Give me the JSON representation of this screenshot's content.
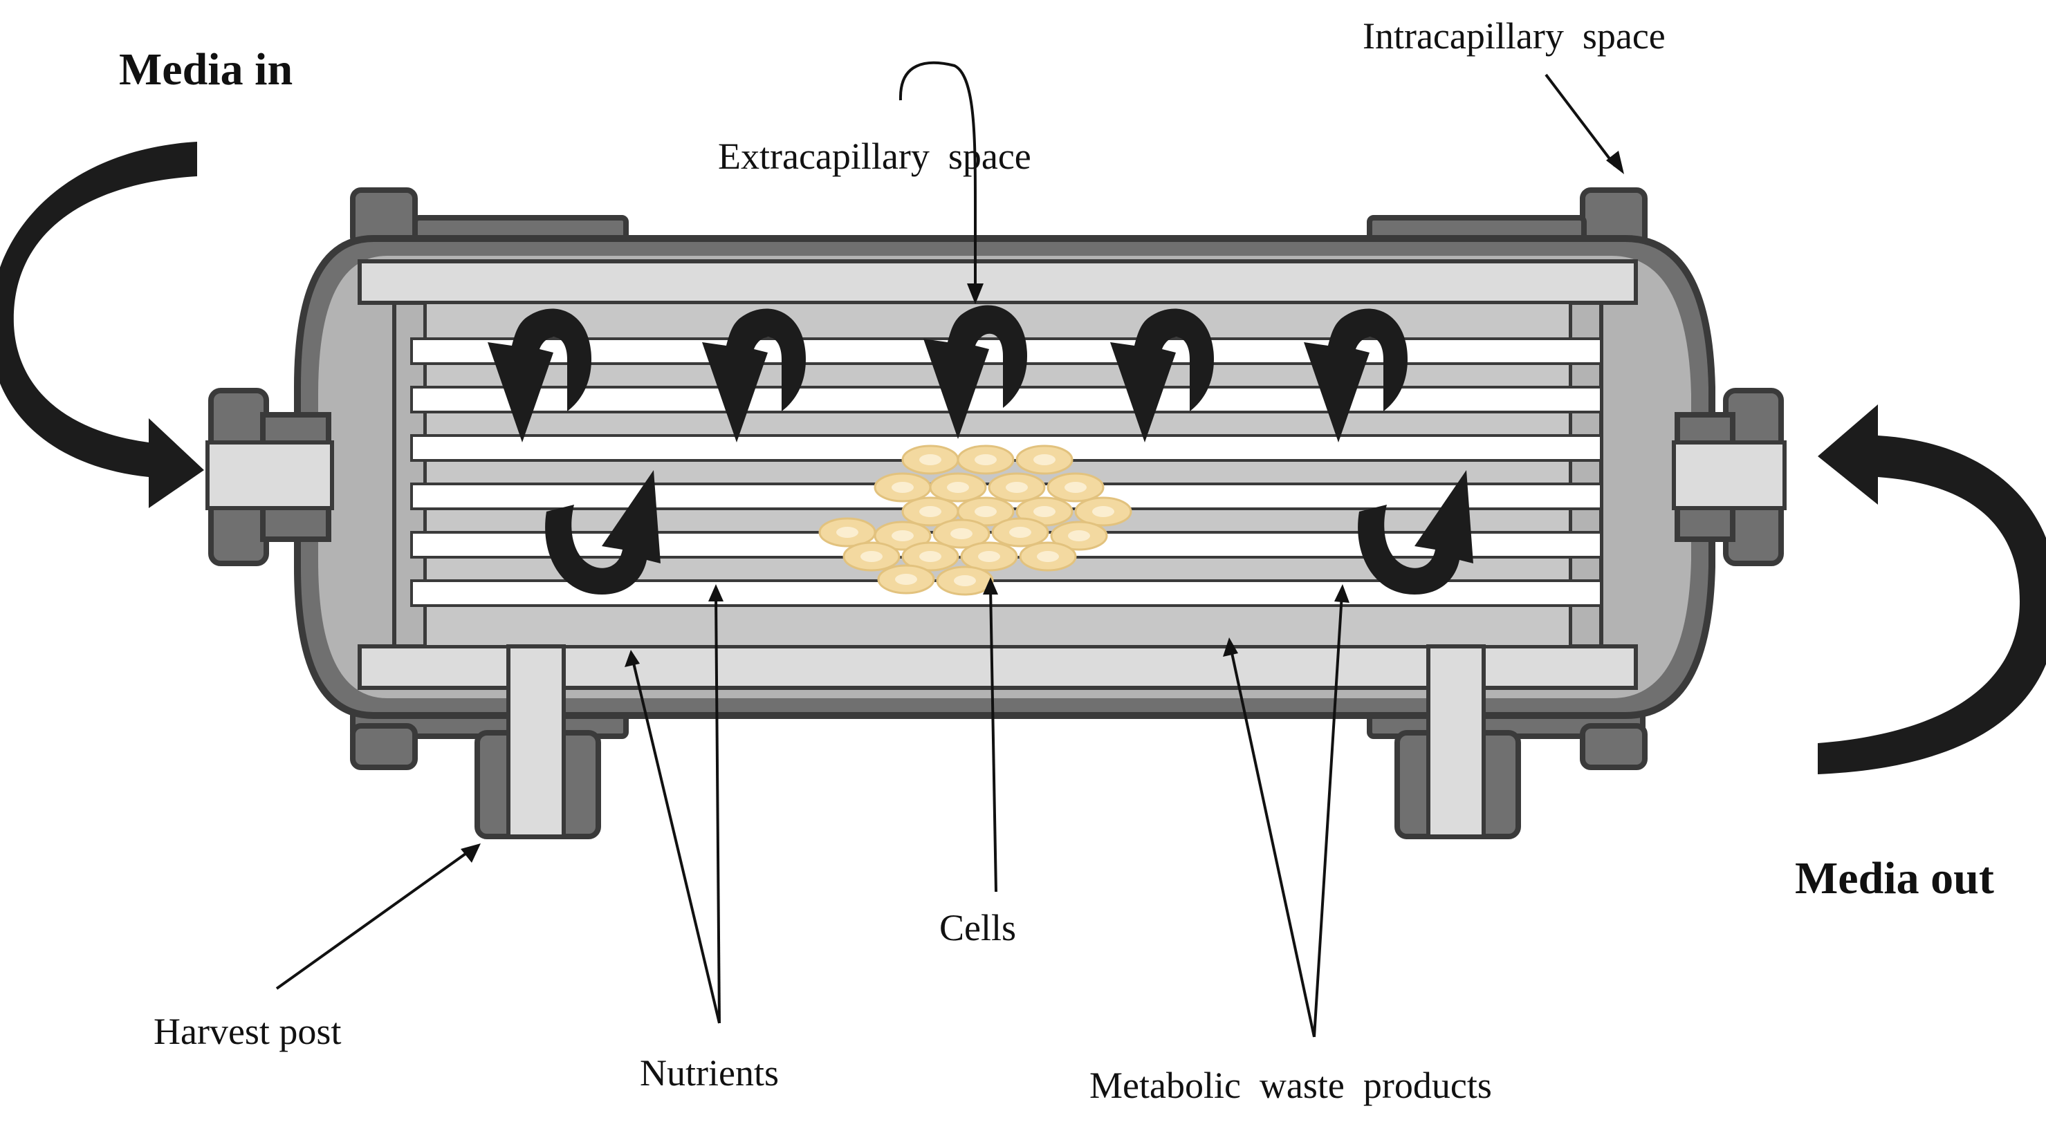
{
  "labels": {
    "media_in": "Media in",
    "media_out": "Media out",
    "intracapillary_space": "Intracapillary  space",
    "extracapillary_space": "Extracapillary  space",
    "cells": "Cells",
    "harvest_post": "Harvest post",
    "nutrients": "Nutrients",
    "metabolic_waste": "Metabolic  waste  products"
  },
  "colors": {
    "housing_outline": "#3a3a3a",
    "housing_dark": "#707070",
    "housing_mid": "#b3b3b3",
    "housing_light": "#dcdcdc",
    "capillary_fill": "#ffffff",
    "cell_fill": "#f3d9a0",
    "cell_core": "#fbeed0",
    "arrow_fill": "#1c1c1c"
  },
  "icons": {
    "flow_in": "curved-arrow-in-icon",
    "flow_out": "curved-arrow-out-icon",
    "diffusion": "swirl-arrow-icon"
  }
}
